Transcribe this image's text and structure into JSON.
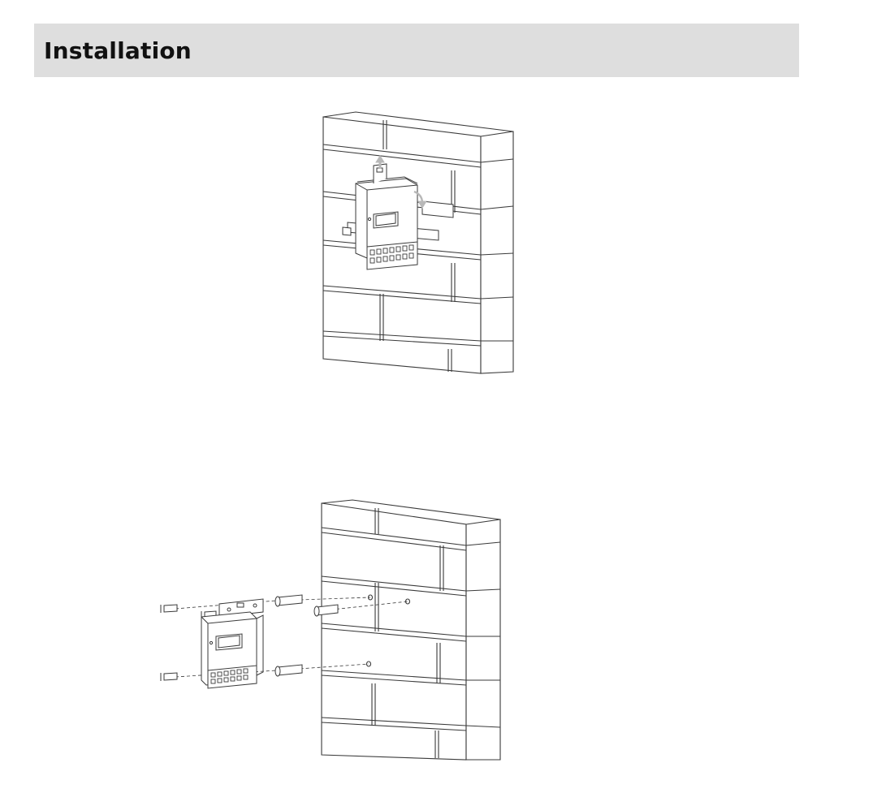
{
  "section": {
    "title": "Installation"
  },
  "figures": [
    {
      "name": "din-rail-mounting-illustration"
    },
    {
      "name": "wall-screw-mounting-illustration"
    }
  ],
  "colors": {
    "header_background": "#dedede",
    "line": "#3a3a3a",
    "arrow": "#b8b8b8"
  }
}
